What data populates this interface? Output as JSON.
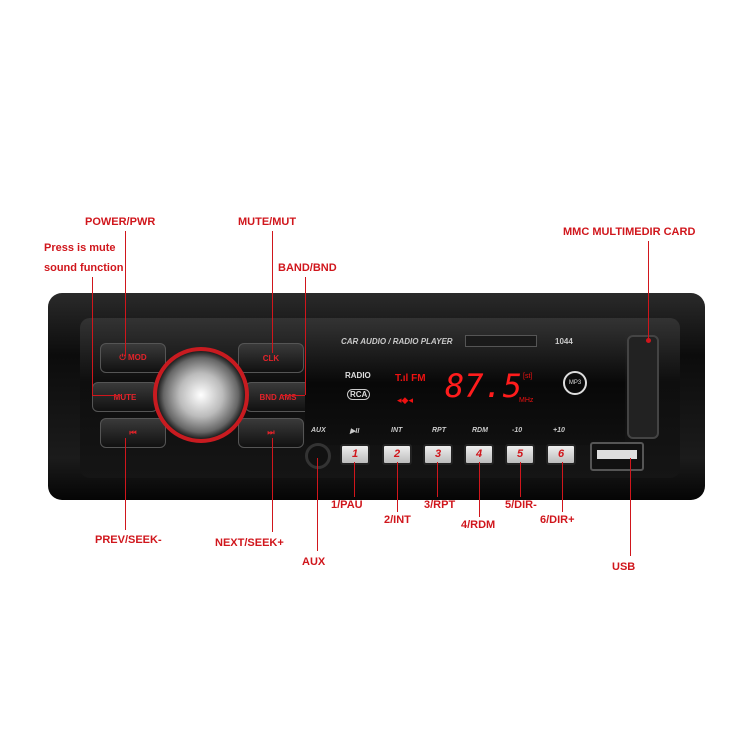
{
  "callouts": {
    "power": "POWER/PWR",
    "press_mute_1": "Press is mute",
    "press_mute_2": "sound function",
    "mute": "MUTE/MUT",
    "band": "BAND/BND",
    "mmc": "MMC MULTIMEDIR CARD",
    "prev": "PREV/SEEK-",
    "next": "NEXT/SEEK+",
    "aux": "AUX",
    "b1": "1/PAU",
    "b2": "2/INT",
    "b3": "3/RPT",
    "b4": "4/RDM",
    "b5": "5/DIR-",
    "b6": "6/DIR+",
    "usb": "USB"
  },
  "device": {
    "mod": "⏻ MOD",
    "clk": "CLK",
    "mute": "MUTE",
    "bnd": "BND AMS",
    "prev": "⏮",
    "next": "⏭",
    "title": "CAR AUDIO / RADIO PLAYER",
    "model": "1044",
    "radio": "RADIO",
    "rca": "RCA",
    "fm": "T.ıl FM",
    "frequency": "87.5",
    "unit": "MHz",
    "st": "[st]",
    "aux_label": "AUX",
    "keys": [
      "▶II",
      "INT",
      "RPT",
      "RDM",
      "-10",
      "+10"
    ],
    "buttons": [
      "1",
      "2",
      "3",
      "4",
      "5",
      "6"
    ],
    "mp3": "MP3"
  },
  "colors": {
    "accent": "#d0161c",
    "display": "#ff1c1c"
  }
}
